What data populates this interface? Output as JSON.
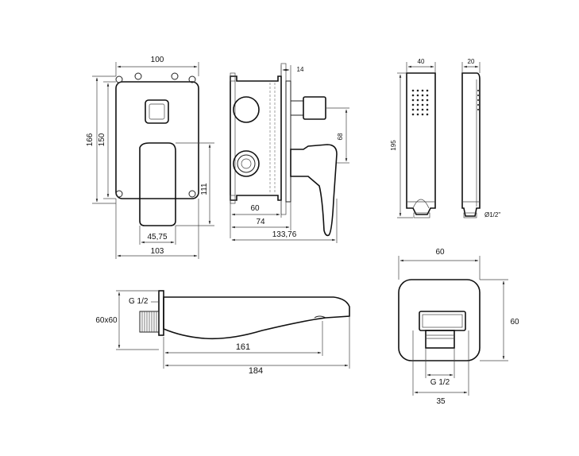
{
  "plate": {
    "dim_width": "100",
    "dim_height_outer": "166",
    "dim_height_inner": "150",
    "dim_lever_height": "111",
    "dim_lever_width": "45,75",
    "dim_bottom_width": "103"
  },
  "body_side": {
    "dim_wall": "14",
    "dim_offset": "68",
    "dim_depth_60": "60",
    "dim_depth_74": "74",
    "dim_total": "133,76"
  },
  "hand_shower": {
    "dim_front_width": "40",
    "dim_side_width": "20",
    "dim_length": "195",
    "dim_thread": "Ø1/2\""
  },
  "spout": {
    "dim_rosette": "60x60",
    "dim_thread": "G 1/2",
    "dim_length_161": "161",
    "dim_length_184": "184"
  },
  "outlet": {
    "dim_width": "60",
    "dim_height": "60",
    "dim_thread": "G 1/2",
    "dim_inner": "35"
  }
}
